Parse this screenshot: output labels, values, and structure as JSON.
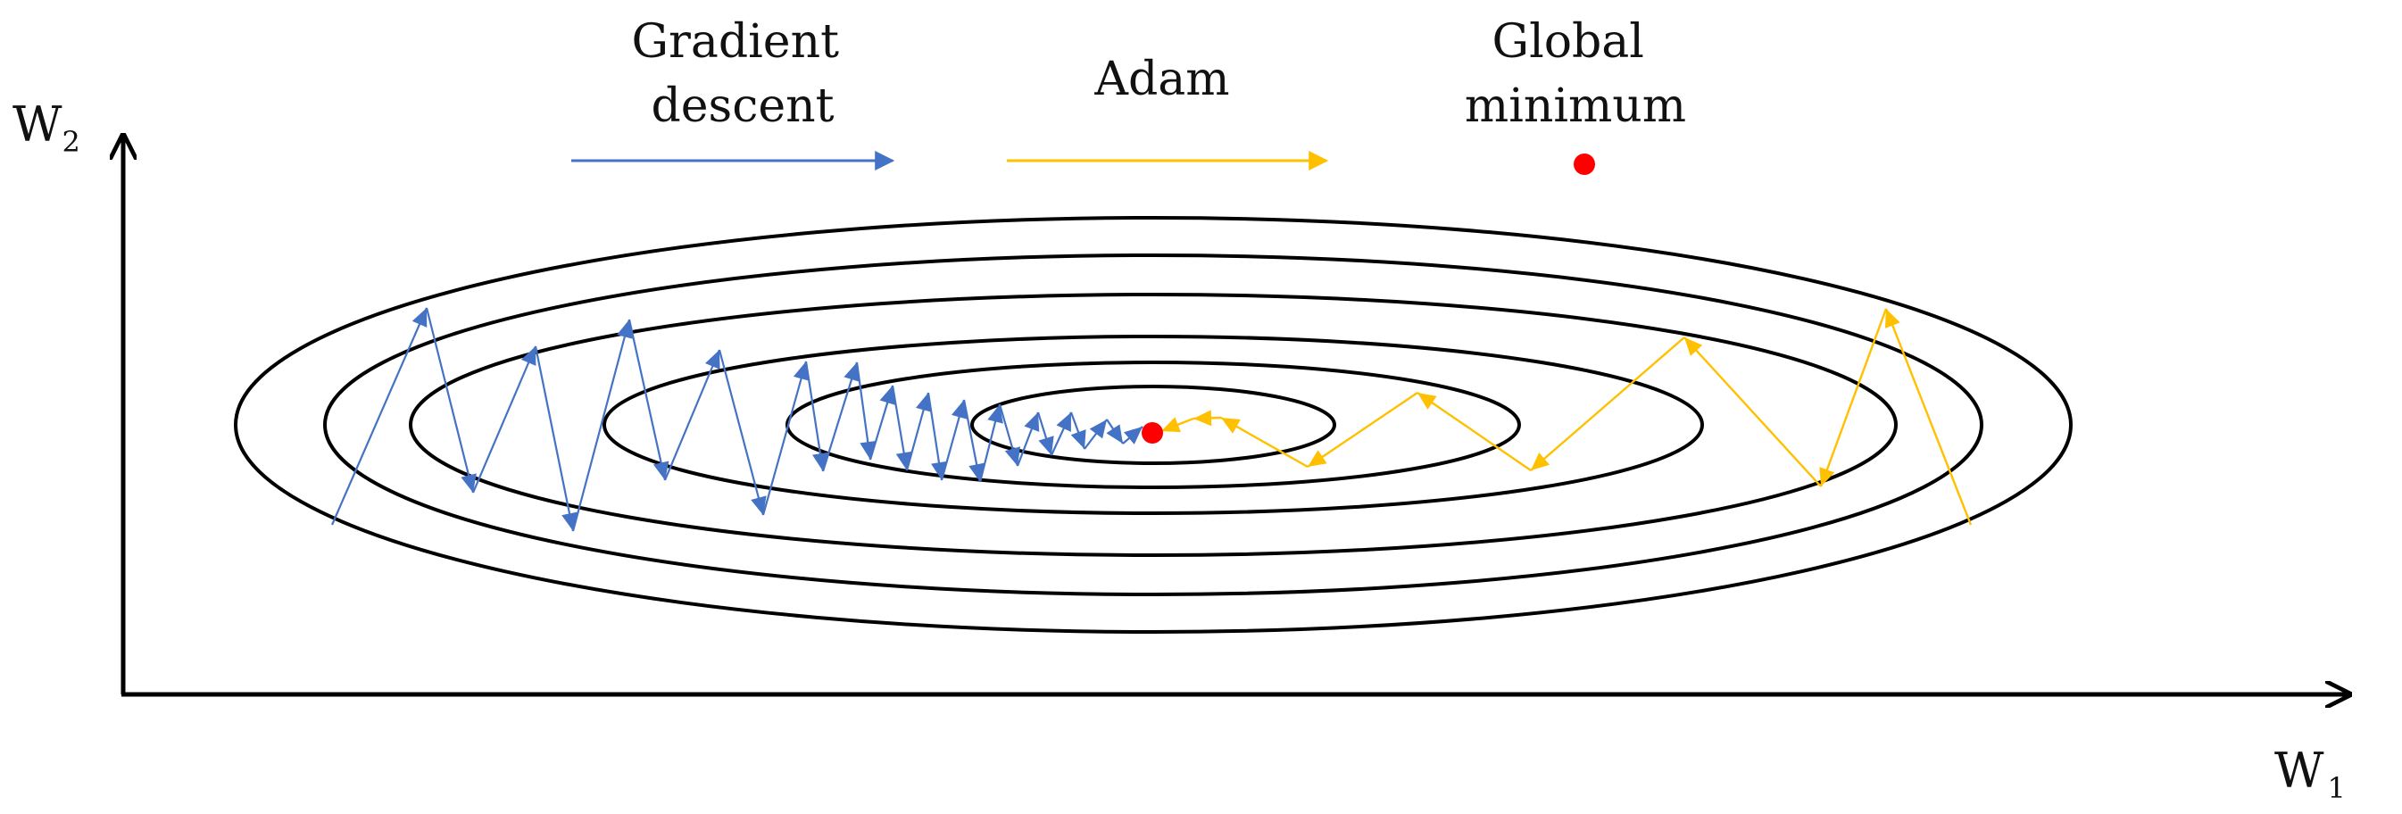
{
  "axes": {
    "y_label": "W",
    "y_subscript": "2",
    "x_label": "W",
    "x_subscript": "1"
  },
  "legend": {
    "gd_line1": "Gradient",
    "gd_line2": "descent",
    "adam": "Adam",
    "min_line1": "Global",
    "min_line2": "minimum"
  },
  "colors": {
    "gradient_descent": "#4472C4",
    "adam": "#FFC000",
    "global_minimum": "#FF0000",
    "contour": "#000000",
    "axis": "#000000"
  }
}
